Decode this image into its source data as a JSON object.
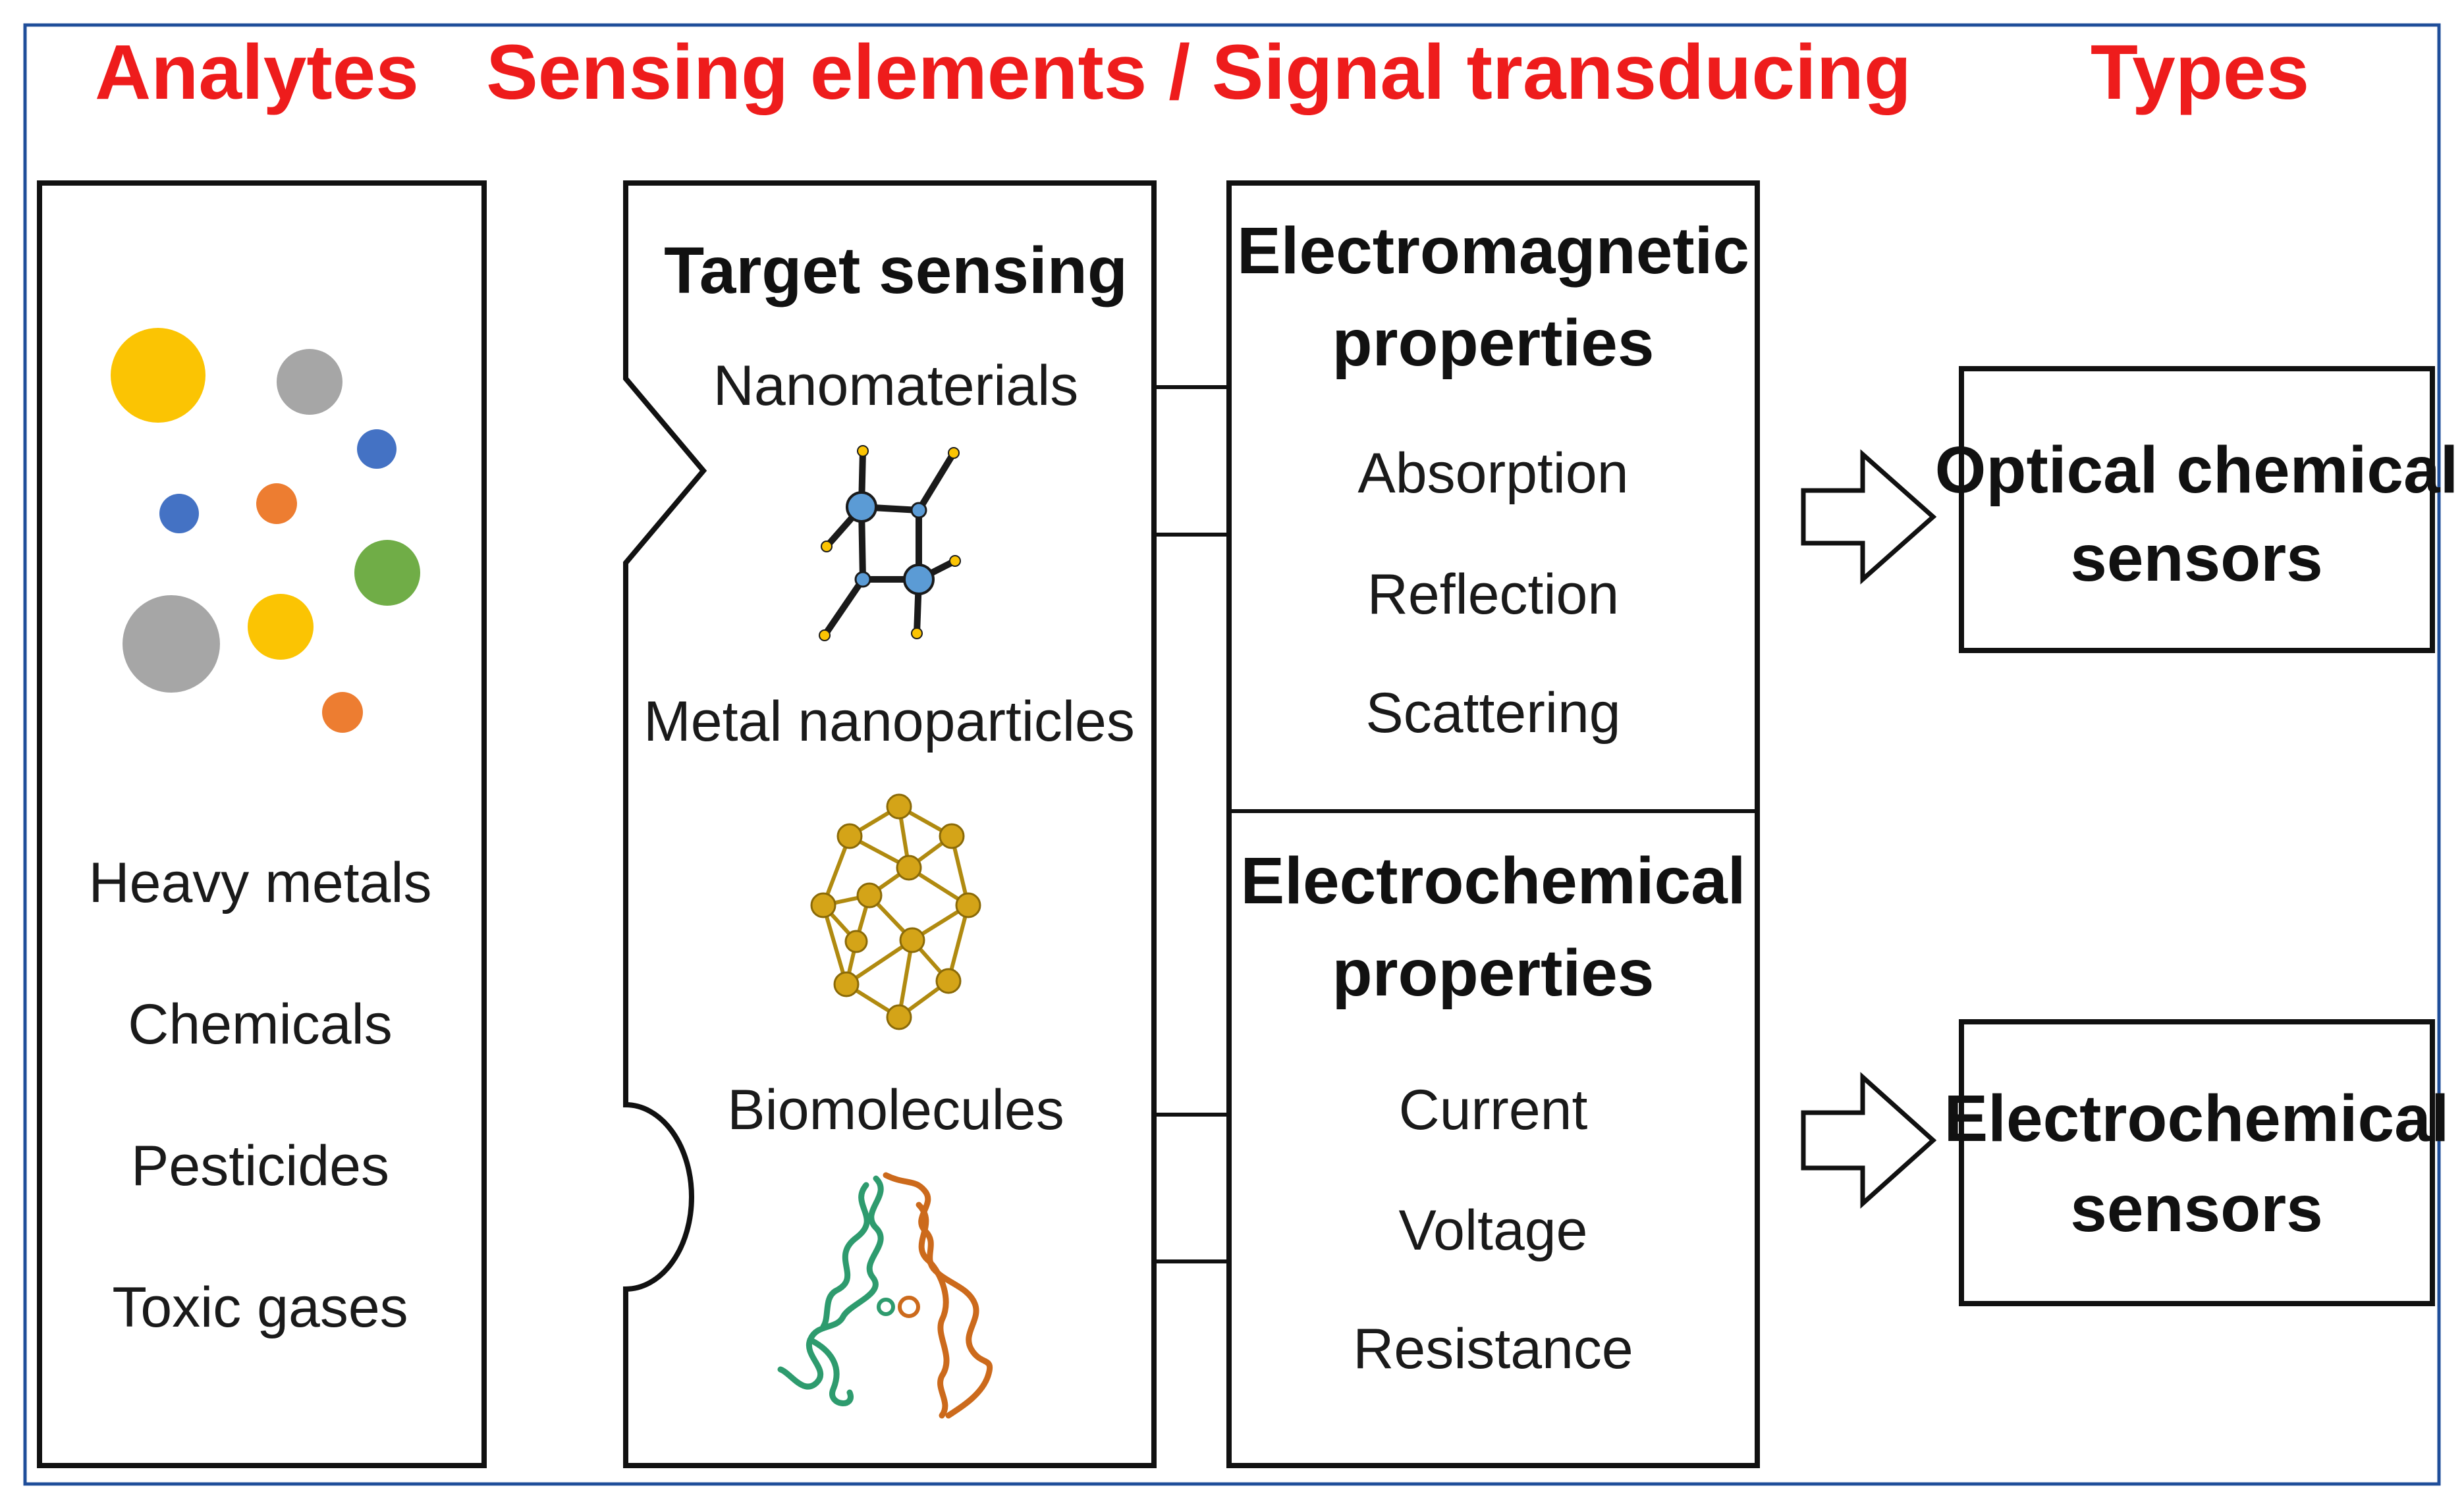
{
  "headers": {
    "analytes": "Analytes",
    "sensing": "Sensing elements / Signal transducing",
    "types": "Types"
  },
  "analytes": {
    "items": [
      "Heavy metals",
      "Chemicals",
      "Pesticides",
      "Toxic gases"
    ],
    "dot_colors": [
      "#fbc403",
      "#a6a6a6",
      "#4472c4",
      "#ed7d31",
      "#70ad47"
    ]
  },
  "sensing": {
    "title": "Target sensing",
    "items": [
      "Nanomaterials",
      "Metal nanoparticles",
      "Biomolecules"
    ]
  },
  "properties": {
    "electromagnetic": {
      "title_line1": "Electromagnetic",
      "title_line2": "properties",
      "items": [
        "Absorption",
        "Reflection",
        "Scattering"
      ]
    },
    "electrochemical": {
      "title_line1": "Electrochemical",
      "title_line2": "properties",
      "items": [
        "Current",
        "Voltage",
        "Resistance"
      ]
    }
  },
  "types": {
    "optical": {
      "line1": "Optical chemical",
      "line2": "sensors"
    },
    "electrochemical": {
      "line1": "Electrochemical",
      "line2": "sensors"
    }
  },
  "colors": {
    "header": "#ee1c1c",
    "frame": "#1f4e9a",
    "gold": "#c9a010",
    "blue_node": "#5b9bd5",
    "protein_green": "#2e9b6e",
    "protein_orange": "#cc6a1c"
  }
}
